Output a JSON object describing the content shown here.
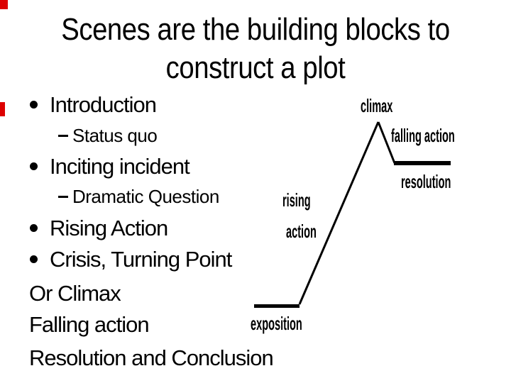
{
  "slide": {
    "title_line1": "Scenes are the building blocks to",
    "title_line2": "construct a plot",
    "bullets": [
      {
        "level": 1,
        "marker": "round-dot",
        "text": "Introduction"
      },
      {
        "level": 2,
        "marker": "en-dash",
        "text": "Status quo"
      },
      {
        "level": 1,
        "marker": "round-dot",
        "text": "Inciting incident"
      },
      {
        "level": 2,
        "marker": "en-dash",
        "text": "Dramatic Question"
      },
      {
        "level": 1,
        "marker": "round-dot",
        "text": "Rising Action"
      },
      {
        "level": 1,
        "marker": "round-dot",
        "text": "Crisis, Turning Point"
      },
      {
        "level": 0,
        "marker": "none",
        "text": "Or Climax"
      },
      {
        "level": 0,
        "marker": "none",
        "text": "Falling action"
      },
      {
        "level": 0,
        "marker": "none",
        "text": "Resolution and Conclusion"
      }
    ],
    "icons": {
      "bullet": "round-dot",
      "sub_bullet": "en-dash"
    }
  },
  "diagram": {
    "type": "plot-structure-arc",
    "labels": {
      "climax": "climax",
      "falling_action": "falling action",
      "resolution": "resolution",
      "rising_line1": "rising",
      "rising_line2": "action",
      "exposition": "exposition"
    },
    "segments": [
      "exposition baseline (flat)",
      "rising action (steep ascent)",
      "climax (peak)",
      "falling action (short descent)",
      "resolution baseline (flat)"
    ],
    "line_color": "#000000"
  },
  "colors": {
    "background": "#ffffff",
    "text": "#000000",
    "edge_mark": "#dd0000"
  }
}
